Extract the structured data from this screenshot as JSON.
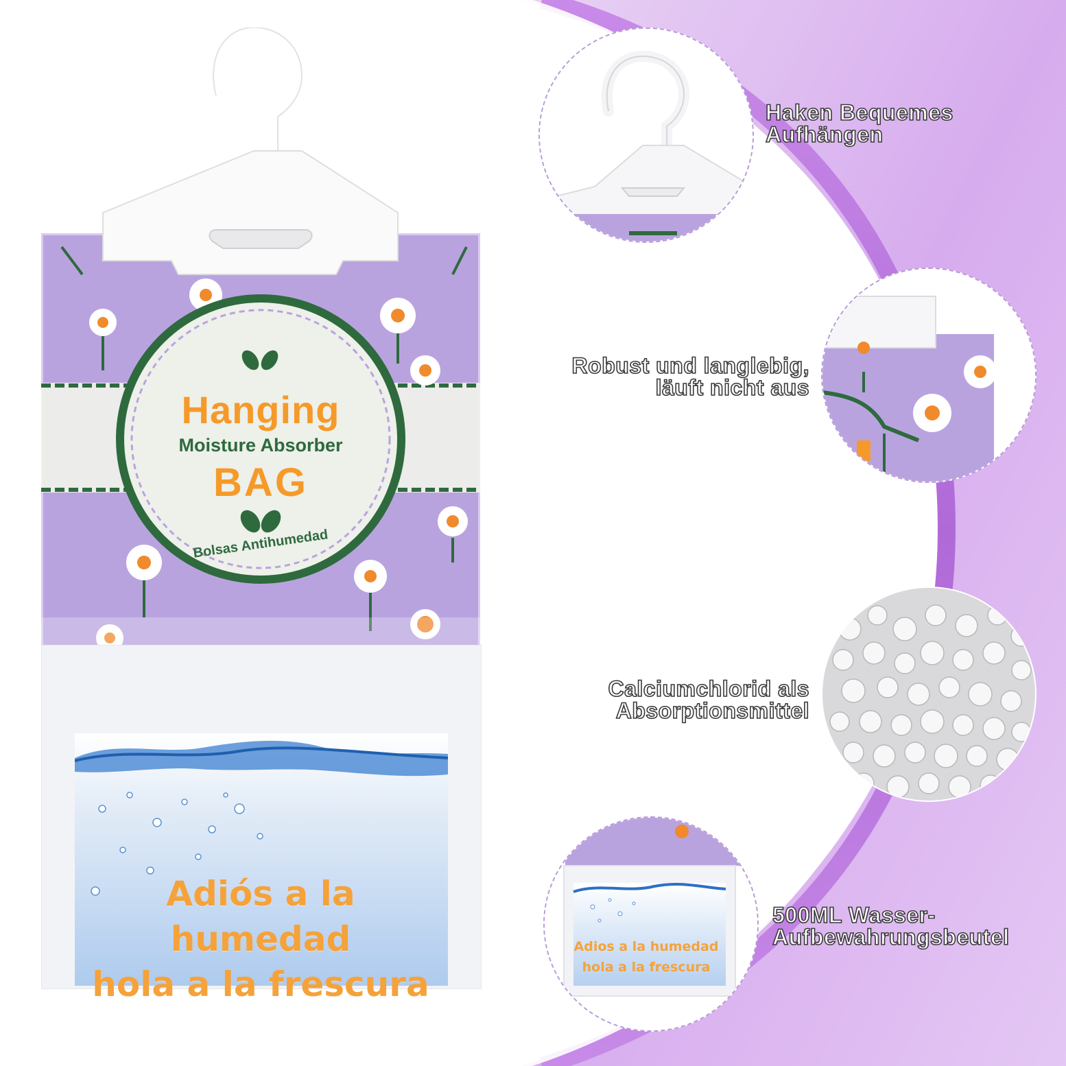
{
  "product": {
    "brand_title": "Hanging",
    "subtitle": "Moisture Absorber",
    "bag_word": "BAG",
    "spanish_name": "Bolsas Antihumedad",
    "slogan_line1": "Adiós a la humedad",
    "slogan_line2": "hola a la frescura"
  },
  "features": [
    {
      "line1": "Haken Bequemes",
      "line2": "Aufhängen",
      "icon": "hook-icon"
    },
    {
      "line1": "Robust und langlebig,",
      "line2": "läuft nicht aus",
      "icon": "bag-pattern-icon"
    },
    {
      "line1": "Calciumchlorid als",
      "line2": "Absorptionsmittel",
      "icon": "pellets-icon"
    },
    {
      "line1": "500ML Wasser-",
      "line2": "Aufbewahrungsbeutel",
      "icon": "water-bag-icon"
    }
  ],
  "mini_slogan": {
    "line1": "Adios a la humedad",
    "line2": "hola a la frescura"
  },
  "colors": {
    "accent_purple": "#b67ee0",
    "bag_purple": "#b9a3df",
    "label_orange": "#f59a2a",
    "label_green": "#2e6a3d"
  }
}
